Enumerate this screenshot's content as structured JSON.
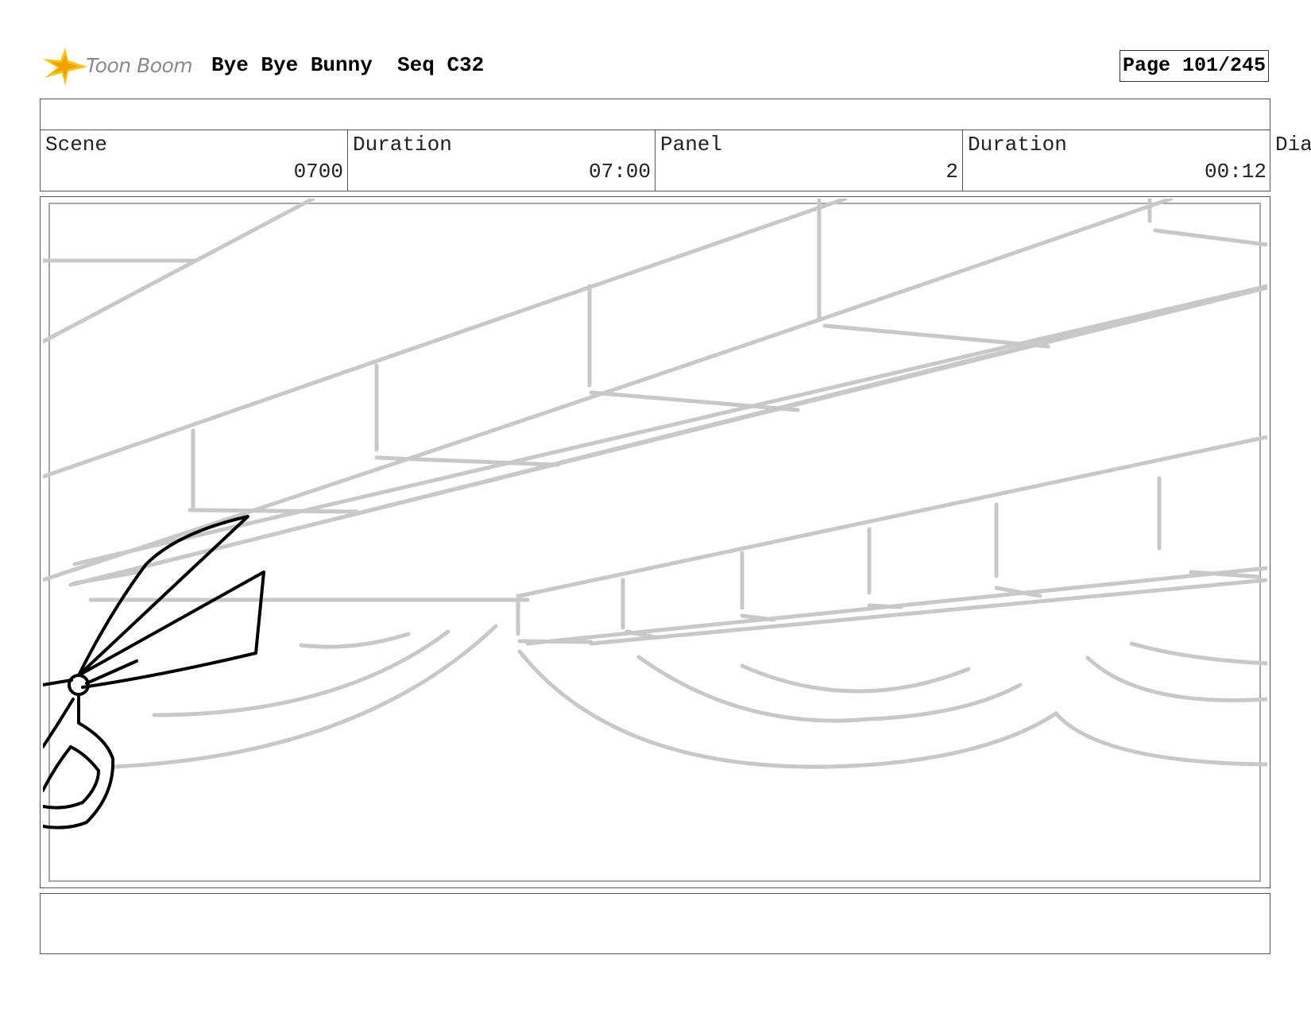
{
  "header": {
    "logo_text": "Toon Boom",
    "project_title": "Bye Bye Bunny  Seq C32",
    "page_label": "Page 101/245"
  },
  "info": {
    "scene_label": "Scene",
    "scene_value": "0700",
    "scene_duration_label": "Duration",
    "scene_duration_value": "07:00",
    "panel_label": "Panel",
    "panel_value": "2",
    "panel_duration_label": "Duration",
    "panel_duration_value": "00:12",
    "dialog_label_partial": "Dia"
  },
  "icons": {
    "logo": "toon-boom-star-icon"
  },
  "colors": {
    "logo_yellow": "#f5c518",
    "logo_orange": "#f0a000",
    "sketch_grey": "#c8c8c8",
    "sketch_black": "#000000"
  }
}
